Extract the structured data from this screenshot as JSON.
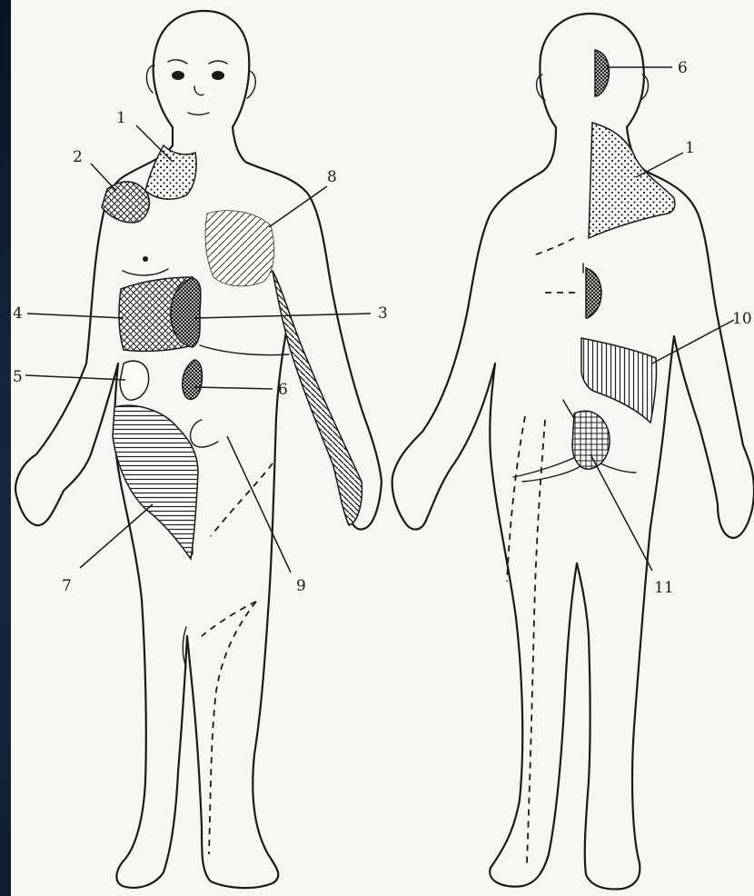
{
  "labels": {
    "front": {
      "l1": "1",
      "l2": "2",
      "l8": "8",
      "l4": "4",
      "l3": "3",
      "l5": "5",
      "l6": "6",
      "l7": "7",
      "l9": "9"
    },
    "back": {
      "l6": "6",
      "l1": "1",
      "l10": "10",
      "l11": "11"
    }
  },
  "colors": {
    "background": "#0b1a33",
    "paper": "#f6f6f3",
    "ink": "#1a1a1a"
  }
}
